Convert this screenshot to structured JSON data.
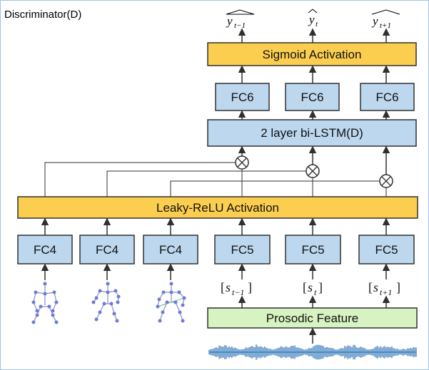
{
  "title": "Discriminator(D)",
  "outputs": [
    "y_{t-1}",
    "y_t",
    "y_{t+1}"
  ],
  "layers": {
    "sigmoid": "Sigmoid Activation",
    "fc6": "FC6",
    "bilstm": "2 layer bi-LSTM(D)",
    "leaky": "Leaky-ReLU Activation",
    "fc4": "FC4",
    "fc5": "FC5",
    "prosodic": "Prosodic Feature"
  },
  "prosody_inputs": [
    "[s_{t-1}]",
    "[s_t]",
    "[s_{t+1}]"
  ],
  "colors": {
    "yellow": "#fcce4f",
    "blue": "#bdd7ee",
    "green": "#d7f3c2",
    "stroke": "#303030",
    "frame": "#9ec3e6",
    "waveform": "#2e75b6"
  },
  "icons": [
    "skeleton-pose-icon",
    "multiply-icon",
    "waveform-icon"
  ]
}
